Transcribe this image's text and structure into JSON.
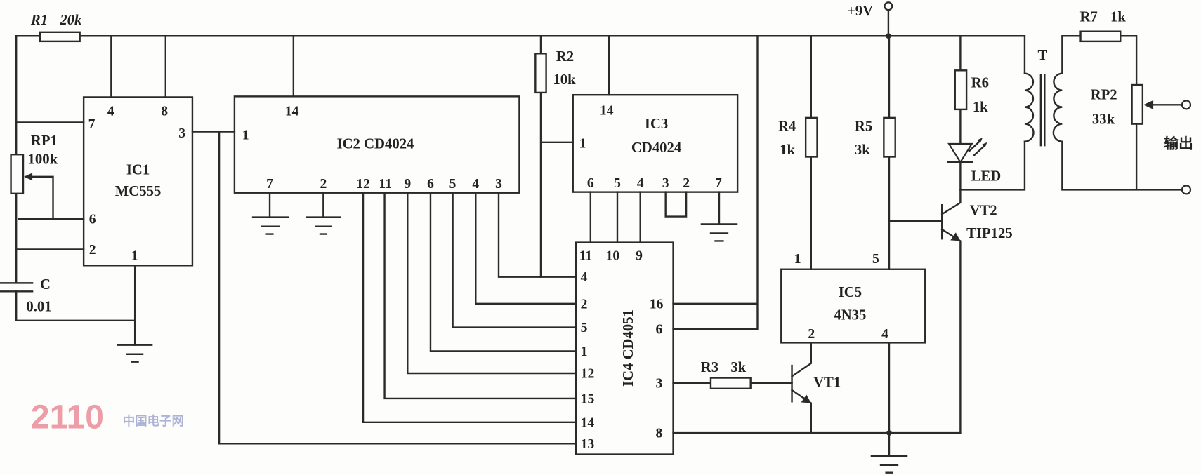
{
  "supply": {
    "label": "+9V"
  },
  "r1": {
    "name": "R1",
    "value": "20k"
  },
  "r2": {
    "name": "R2",
    "value": "10k"
  },
  "r3": {
    "name": "R3",
    "value": "3k"
  },
  "r4": {
    "name": "R4",
    "value": "1k"
  },
  "r5": {
    "name": "R5",
    "value": "3k"
  },
  "r6": {
    "name": "R6",
    "value": "1k"
  },
  "r7": {
    "name": "R7",
    "value": "1k"
  },
  "rp1": {
    "name": "RP1",
    "value": "100k"
  },
  "rp2": {
    "name": "RP2",
    "value": "33k"
  },
  "cap": {
    "name": "C",
    "value": "0.01"
  },
  "ic1": {
    "name": "IC1",
    "part": "MC555",
    "pins": {
      "p4": "4",
      "p8": "8",
      "p7": "7",
      "p3": "3",
      "p6": "6",
      "p2": "2",
      "p1": "1"
    }
  },
  "ic2": {
    "label": "IC2  CD4024",
    "pins": {
      "p14": "14",
      "p1": "1",
      "p7": "7",
      "p2": "2",
      "p12": "12",
      "p11": "11",
      "p9": "9",
      "p6": "6",
      "p5": "5",
      "p4": "4",
      "p3": "3"
    }
  },
  "ic3": {
    "name": "IC3",
    "part": "CD4024",
    "pins": {
      "p14": "14",
      "p1": "1",
      "p6": "6",
      "p5": "5",
      "p4": "4",
      "p3": "3",
      "p2": "2",
      "p7": "7"
    }
  },
  "ic4": {
    "label": "IC4  CD4051",
    "pins": {
      "p11": "11",
      "p10": "10",
      "p9": "9",
      "p4": "4",
      "p2": "2",
      "p5": "5",
      "p1": "1",
      "p12": "12",
      "p15": "15",
      "p14": "14",
      "p13": "13",
      "p16": "16",
      "p6": "6",
      "p3": "3",
      "p8": "8"
    }
  },
  "ic5": {
    "name": "IC5",
    "part": "4N35",
    "pins": {
      "p1": "1",
      "p5": "5",
      "p2": "2",
      "p4": "4"
    }
  },
  "vt1": {
    "name": "VT1"
  },
  "vt2": {
    "name": "VT2",
    "part": "TIP125"
  },
  "led": {
    "name": "LED"
  },
  "transformer": {
    "name": "T"
  },
  "output": {
    "label": "输出"
  },
  "watermark": {
    "number": "2110",
    "site": "中国电子网"
  }
}
